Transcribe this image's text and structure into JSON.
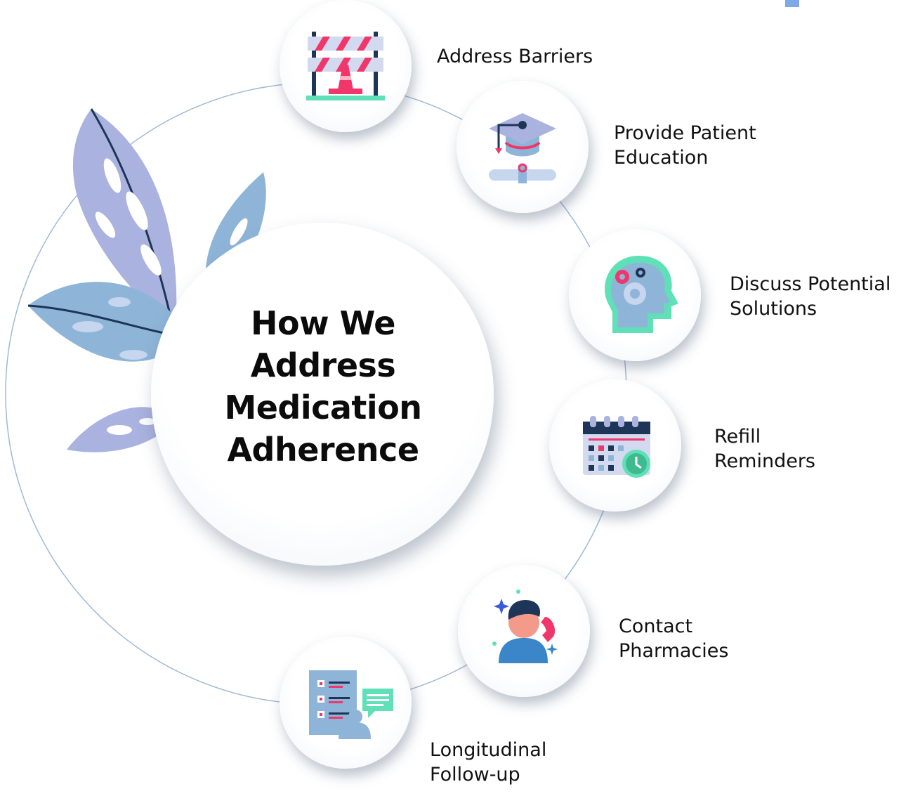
{
  "center_title": {
    "line1": "How We",
    "line2": "Address",
    "line3": "Medication",
    "line4": "Adherence"
  },
  "steps": [
    {
      "icon": "road-barrier-icon",
      "line1": "Address Barriers",
      "line2": ""
    },
    {
      "icon": "graduation-cap-icon",
      "line1": "Provide Patient",
      "line2": "Education"
    },
    {
      "icon": "head-gears-icon",
      "line1": "Discuss Potential",
      "line2": "Solutions"
    },
    {
      "icon": "calendar-clock-icon",
      "line1": "Refill",
      "line2": "Reminders"
    },
    {
      "icon": "person-phone-icon",
      "line1": "Contact",
      "line2": "Pharmacies"
    },
    {
      "icon": "checklist-chat-icon",
      "line1": "Longitudinal",
      "line2": "Follow-up"
    }
  ],
  "colors": {
    "ring": "#9fbad6",
    "leaf_lavender": "#aab3df",
    "leaf_blue": "#8eb5d8",
    "accent_pink": "#f0366a",
    "accent_mint": "#5fe0b7",
    "accent_navy": "#1d3557"
  }
}
